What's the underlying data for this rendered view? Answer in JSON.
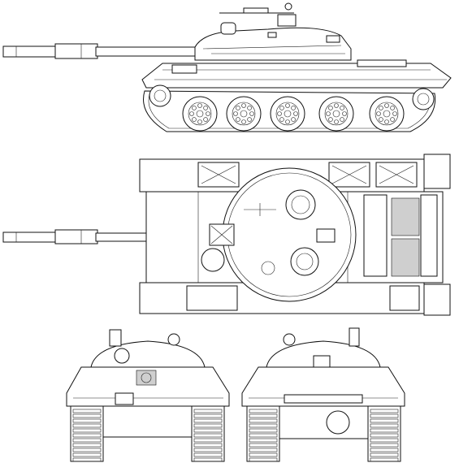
{
  "drawing": {
    "views": [
      {
        "view": "side",
        "label": ""
      },
      {
        "view": "top",
        "label": ""
      },
      {
        "view": "front",
        "label": ""
      },
      {
        "view": "rear",
        "label": ""
      }
    ],
    "colors": {
      "line": "#111111",
      "background": "#ffffff",
      "shade": "#cfcfcf"
    }
  }
}
